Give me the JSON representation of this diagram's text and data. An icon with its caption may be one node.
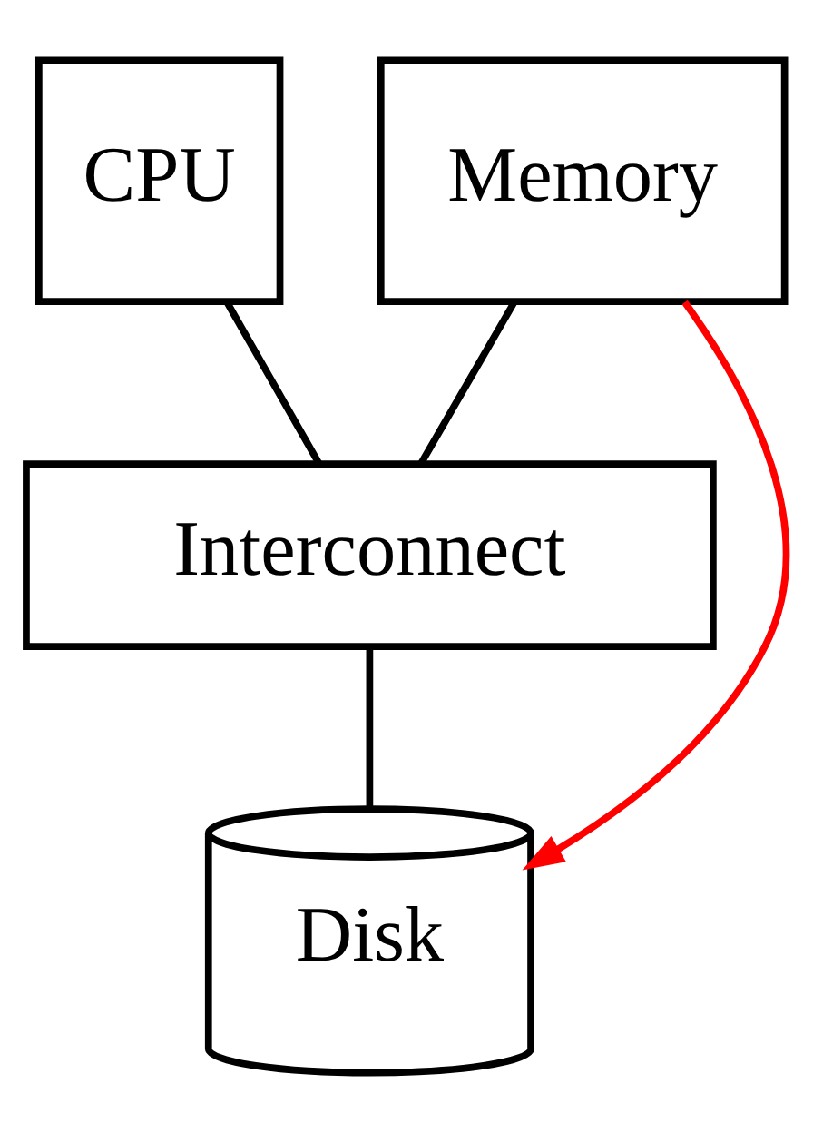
{
  "diagram": {
    "nodes": [
      {
        "text": [
          "CPU"
        ]
      },
      {
        "text": [
          "Memory"
        ]
      },
      {
        "text": [
          "Interconnect"
        ]
      },
      {
        "text": [
          "Disk"
        ]
      }
    ],
    "edges": [
      {
        "from": 0,
        "to": 2,
        "arrow": "none"
      },
      {
        "from": 1,
        "to": 2,
        "arrow": "none"
      },
      {
        "from": 2,
        "to": 3,
        "arrow": "none"
      },
      {
        "from": 1,
        "to": 3,
        "arrow": "to",
        "color": "#ff0000"
      }
    ]
  }
}
